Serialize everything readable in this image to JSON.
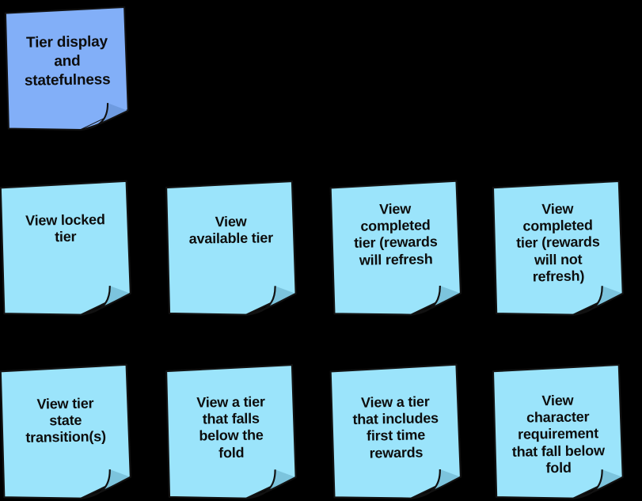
{
  "board": {
    "background_color": "#000000",
    "name": "sticky-note-board"
  },
  "palette": {
    "header_note_fill": "#82AFF8",
    "note_fill": "#9BE4FB",
    "note_fold_fill": "#7CC4DD",
    "note_outline": "#111111",
    "text_color": "#0D0D0D"
  },
  "header_note": {
    "text": "Tier display\nand\nstatefulness",
    "color": "#82AFF8"
  },
  "rows": [
    {
      "row_label": "row-1",
      "notes": [
        {
          "text": "View locked\ntier",
          "color": "#9BE4FB"
        },
        {
          "text": "View\navailable tier",
          "color": "#9BE4FB"
        },
        {
          "text": "View\ncompleted\ntier (rewards\nwill refresh",
          "color": "#9BE4FB"
        },
        {
          "text": "View\ncompleted\ntier (rewards\nwill not\nrefresh)",
          "color": "#9BE4FB"
        }
      ]
    },
    {
      "row_label": "row-2",
      "notes": [
        {
          "text": "View tier\nstate\ntransition(s)",
          "color": "#9BE4FB"
        },
        {
          "text": "View a tier\nthat falls\nbelow the\nfold",
          "color": "#9BE4FB"
        },
        {
          "text": "View a tier\nthat includes\nfirst time\nrewards",
          "color": "#9BE4FB"
        },
        {
          "text": "View\ncharacter\nrequirement\nthat fall below\nfold",
          "color": "#9BE4FB"
        }
      ]
    }
  ]
}
